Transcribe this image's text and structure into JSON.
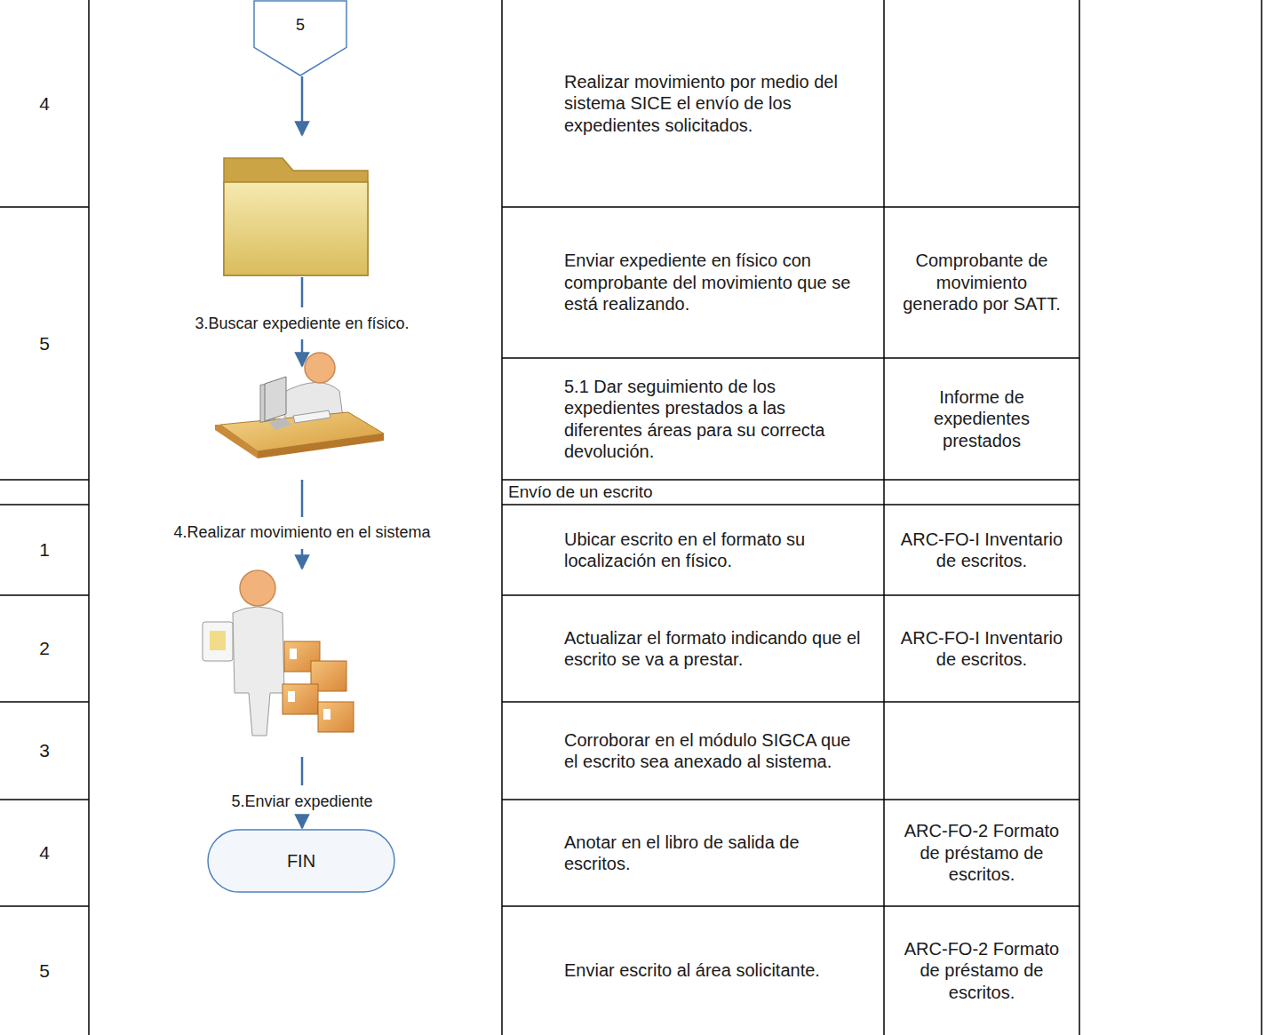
{
  "diagram": {
    "nodes": [
      {
        "text": [
          "5"
        ]
      },
      {
        "text": [
          "FIN"
        ]
      }
    ],
    "labels": [
      "4",
      "Realizar movimiento por medio del sistema SICE el envío de los expedientes solicitados.",
      "5",
      "Enviar expediente en físico con comprobante del movimiento que se está realizando.",
      "Comprobante de movimiento generado por SATT.",
      "5.1 Dar seguimiento de los expedientes prestados a las diferentes áreas para su correcta devolución.",
      "Informe de expedientes prestados",
      "Envío de un escrito",
      "1",
      "Ubicar escrito en el formato su localización en físico.",
      "ARC-FO-I Inventario de escritos.",
      "2",
      "Actualizar el formato indicando que el escrito se va a prestar.",
      "ARC-FO-I Inventario de escritos.",
      "3",
      "Corroborar en el módulo SIGCA que el escrito sea anexado al sistema.",
      "4",
      "Anotar en el libro de salida de escritos.",
      "ARC-FO-2 Formato de préstamo de escritos.",
      "5",
      "Enviar escrito al área solicitante.",
      "ARC-FO-2 Formato de préstamo de escritos.",
      "3.Buscar expediente en físico.",
      "4.Realizar movimiento en el sistema",
      "5.Enviar expediente"
    ]
  }
}
